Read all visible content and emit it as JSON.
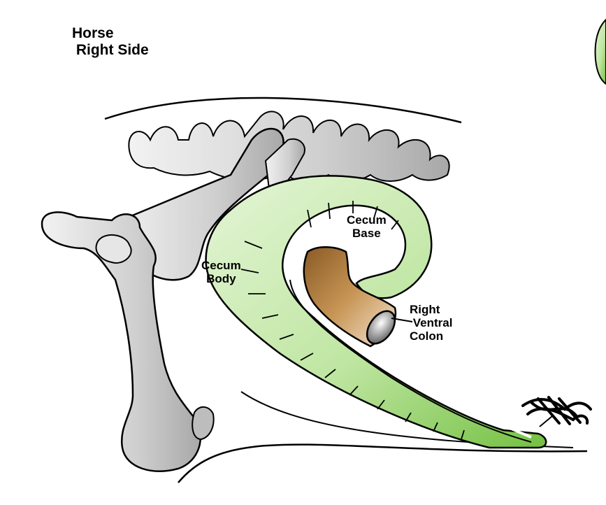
{
  "title": {
    "line1": "Horse",
    "line2": " Right Side"
  },
  "labels": {
    "cecum_base": {
      "line1": "Cecum",
      "line2": "Base"
    },
    "cecum_body": {
      "line1": "Cecum",
      "line2": "Body"
    },
    "right_ventral_colon": {
      "line1": "Right",
      "line2": " Ventral",
      "line3": "Colon"
    }
  },
  "colors": {
    "bone": "#d0d0d0",
    "cecum_green": "#b8e39a",
    "cecum_green_dark": "#7fc64f",
    "colon_brown": "#b07a3c",
    "outline": "#000000"
  }
}
